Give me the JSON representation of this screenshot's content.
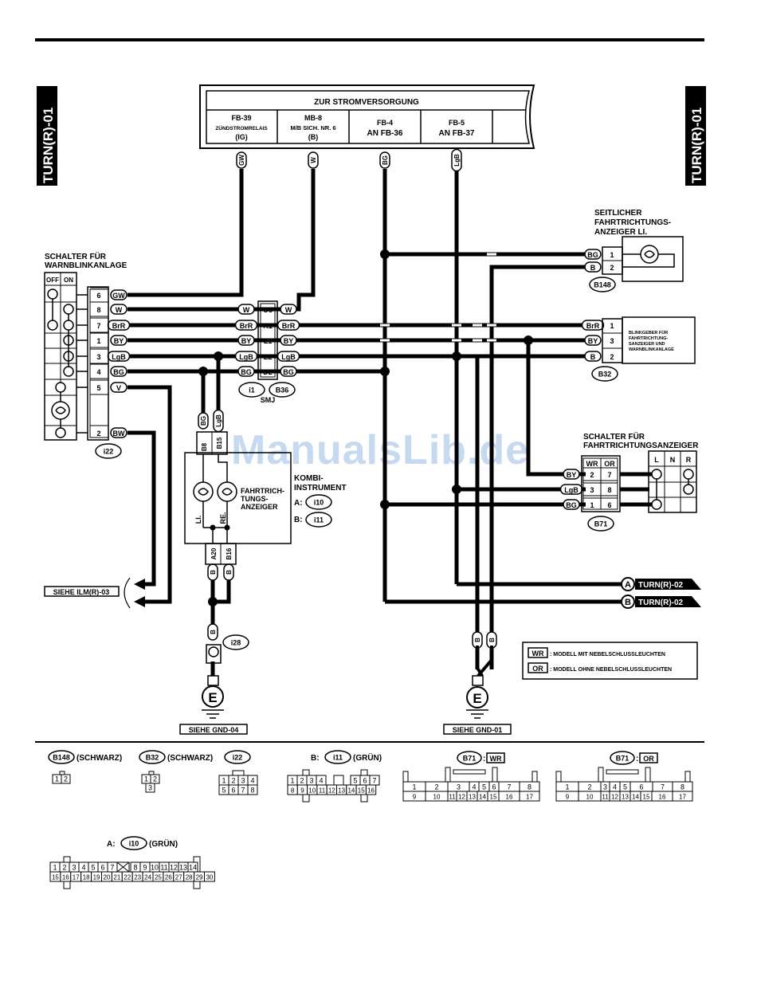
{
  "page": {
    "side_tab_left": "TURN(R)-01",
    "side_tab_right": "TURN(R)-01",
    "watermark": "ManualsLib.de"
  },
  "power_supply": {
    "title": "ZUR STROMVERSORGUNG",
    "cells": [
      {
        "line1": "FB-39",
        "line2": "ZÜNDSTROMRELAIS",
        "line3": "(IG)",
        "wire": "GW"
      },
      {
        "line1": "MB-8",
        "line2": "M/B SICH. NR. 6",
        "line3": "(B)",
        "wire": "W"
      },
      {
        "line1": "FB-4",
        "line2": "AN FB-36",
        "line3": "",
        "wire": "BG"
      },
      {
        "line1": "FB-5",
        "line2": "AN FB-37",
        "line3": "",
        "wire": "LgB"
      }
    ]
  },
  "hazard_switch": {
    "title_line1": "SCHALTER FÜR",
    "title_line2": "WARNBLINKANLAGE",
    "col_off": "OFF",
    "col_on": "ON",
    "connector": "i22",
    "pins": [
      {
        "pin": "6",
        "wire": "GW"
      },
      {
        "pin": "8",
        "wire": "W"
      },
      {
        "pin": "7",
        "wire": "BrR"
      },
      {
        "pin": "1",
        "wire": "BY"
      },
      {
        "pin": "3",
        "wire": "LgB"
      },
      {
        "pin": "4",
        "wire": "BG"
      },
      {
        "pin": "5",
        "wire": "V"
      },
      {
        "pin": "2",
        "wire": "BW"
      }
    ]
  },
  "smj": {
    "label": "SMJ",
    "connector_left": "i1",
    "connector_right": "B36",
    "rows": [
      {
        "left": "W",
        "pin": "O3",
        "right": "W"
      },
      {
        "left": "BrR",
        "pin": "K1",
        "right": "BrR"
      },
      {
        "left": "BY",
        "pin": "L1",
        "right": "BY"
      },
      {
        "left": "LgB",
        "pin": "E2",
        "right": "LgB"
      },
      {
        "left": "BG",
        "pin": "D2",
        "right": "BG"
      }
    ]
  },
  "side_marker": {
    "title_line1": "SEITLICHER",
    "title_line2": "FAHRTRICHTUNGS-",
    "title_line3": "ANZEIGER LI.",
    "connector": "B148",
    "pins": [
      {
        "wire": "BG",
        "pin": "1"
      },
      {
        "wire": "B",
        "pin": "2"
      }
    ]
  },
  "flasher": {
    "text_line1": "BLINKGEBER FÜR",
    "text_line2": "FAHRTRICHTUNG-",
    "text_line3": "SANZEIGER UND",
    "text_line4": "WARNBLINKANLAGE",
    "connector": "B32",
    "pins": [
      {
        "wire": "BrR",
        "pin": "1"
      },
      {
        "wire": "BY",
        "pin": "3"
      },
      {
        "wire": "B",
        "pin": "2"
      }
    ]
  },
  "turn_switch": {
    "title_line1": "SCHALTER FÜR",
    "title_line2": "FAHRTRICHTUNGSANZEIGER",
    "head_wr": "WR",
    "head_or": "OR",
    "cols": [
      "L",
      "N",
      "R"
    ],
    "connector": "B71",
    "rows": [
      {
        "wire": "BY",
        "wr": "2",
        "or": "7"
      },
      {
        "wire": "LgB",
        "wr": "3",
        "or": "8"
      },
      {
        "wire": "BG",
        "wr": "1",
        "or": "6"
      }
    ]
  },
  "combination_meter": {
    "title_line1": "KOMBI-",
    "title_line2": "INSTRUMENT",
    "lamp_label_line1": "FAHRTRICH-",
    "lamp_label_line2": "TUNGS-",
    "lamp_label_line3": "ANZEIGER",
    "left_lamp": "LI.",
    "right_lamp": "RE.",
    "a_prefix": "A:",
    "a_connector": "i10",
    "b_prefix": "B:",
    "b_connector": "i11",
    "top_pins": [
      {
        "pin": "B8",
        "wire": "BG"
      },
      {
        "pin": "B15",
        "wire": "LgB"
      }
    ],
    "bottom_pins": [
      {
        "pin": "A20",
        "wire": "B"
      },
      {
        "pin": "B16",
        "wire": "B"
      }
    ]
  },
  "ground_left": {
    "wire": "B",
    "connector": "i28",
    "symbol": "E",
    "ref": "SIEHE GND-04"
  },
  "ground_right": {
    "wires": [
      "B",
      "B"
    ],
    "symbol": "E",
    "ref": "SIEHE GND-01"
  },
  "ilm_ref": "SIEHE ILM(R)-03",
  "continuations": [
    {
      "letter": "A",
      "ref": "TURN(R)-02"
    },
    {
      "letter": "B",
      "ref": "TURN(R)-02"
    }
  ],
  "legend": [
    {
      "code": "WR",
      "text": ": MODELL MIT NEBELSCHLUSSLEUCHTEN"
    },
    {
      "code": "OR",
      "text": ": MODELL OHNE NEBELSCHLUSSLEUCHTEN"
    }
  ],
  "connector_views": {
    "b148": {
      "id": "B148",
      "color": "(SCHWARZ)",
      "pins": [
        "1",
        "2"
      ]
    },
    "b32": {
      "id": "B32",
      "color": "(SCHWARZ)",
      "pins_top": [
        "1",
        "2"
      ],
      "pins_bottom": [
        "3"
      ]
    },
    "i22": {
      "id": "i22",
      "rows": [
        [
          "1",
          "2",
          "3",
          "4"
        ],
        [
          "5",
          "6",
          "7",
          "8"
        ]
      ]
    },
    "i11": {
      "prefix": "B:",
      "id": "i11",
      "color": "(GRÜN)",
      "rows": [
        [
          "1",
          "2",
          "3",
          "4",
          "",
          "5",
          "6",
          "7"
        ],
        [
          "8",
          "9",
          "10",
          "11",
          "12",
          "13",
          "14",
          "15",
          "16"
        ]
      ]
    },
    "b71_wr": {
      "id": "B71",
      "code": "WR",
      "rows": [
        [
          "1",
          "2",
          "3",
          "4",
          "5",
          "6",
          "7",
          "8"
        ],
        [
          "9",
          "10",
          "11",
          "12",
          "13",
          "14",
          "15",
          "16",
          "17"
        ]
      ]
    },
    "b71_or": {
      "id": "B71",
      "code": "OR",
      "rows": [
        [
          "1",
          "2",
          "3",
          "4",
          "5",
          "6",
          "7",
          "8"
        ],
        [
          "9",
          "10",
          "11",
          "12",
          "13",
          "14",
          "15",
          "16",
          "17"
        ]
      ]
    },
    "i10": {
      "prefix": "A:",
      "id": "i10",
      "color": "(GRÜN)",
      "rows": [
        [
          "1",
          "2",
          "3",
          "4",
          "5",
          "6",
          "7",
          "X",
          "8",
          "9",
          "10",
          "11",
          "12",
          "13",
          "14"
        ],
        [
          "15",
          "16",
          "17",
          "18",
          "19",
          "20",
          "21",
          "22",
          "23",
          "24",
          "25",
          "26",
          "27",
          "28",
          "29",
          "30"
        ]
      ]
    }
  }
}
